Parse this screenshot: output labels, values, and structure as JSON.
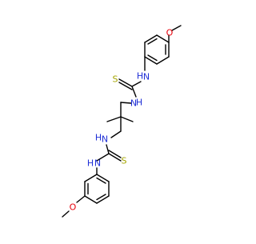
{
  "molecule": {
    "colors": {
      "bond": "#000000",
      "oxygen": "#e8000b",
      "nitrogen": "#1f2fd6",
      "sulfur": "#a5a500"
    },
    "top_methoxy": {
      "atom": "O"
    },
    "top_thiourea": {
      "nh_aryl": "H",
      "nh_aryl_n": "N",
      "sulfur": "S",
      "nh_chain": "H",
      "nh_chain_n": "N"
    },
    "bottom_thiourea": {
      "nh_chain": "H",
      "nh_chain_n": "N",
      "sulfur": "S",
      "nh_aryl": "H",
      "nh_aryl_n": "N"
    },
    "bottom_methoxy": {
      "atom": "O"
    }
  }
}
